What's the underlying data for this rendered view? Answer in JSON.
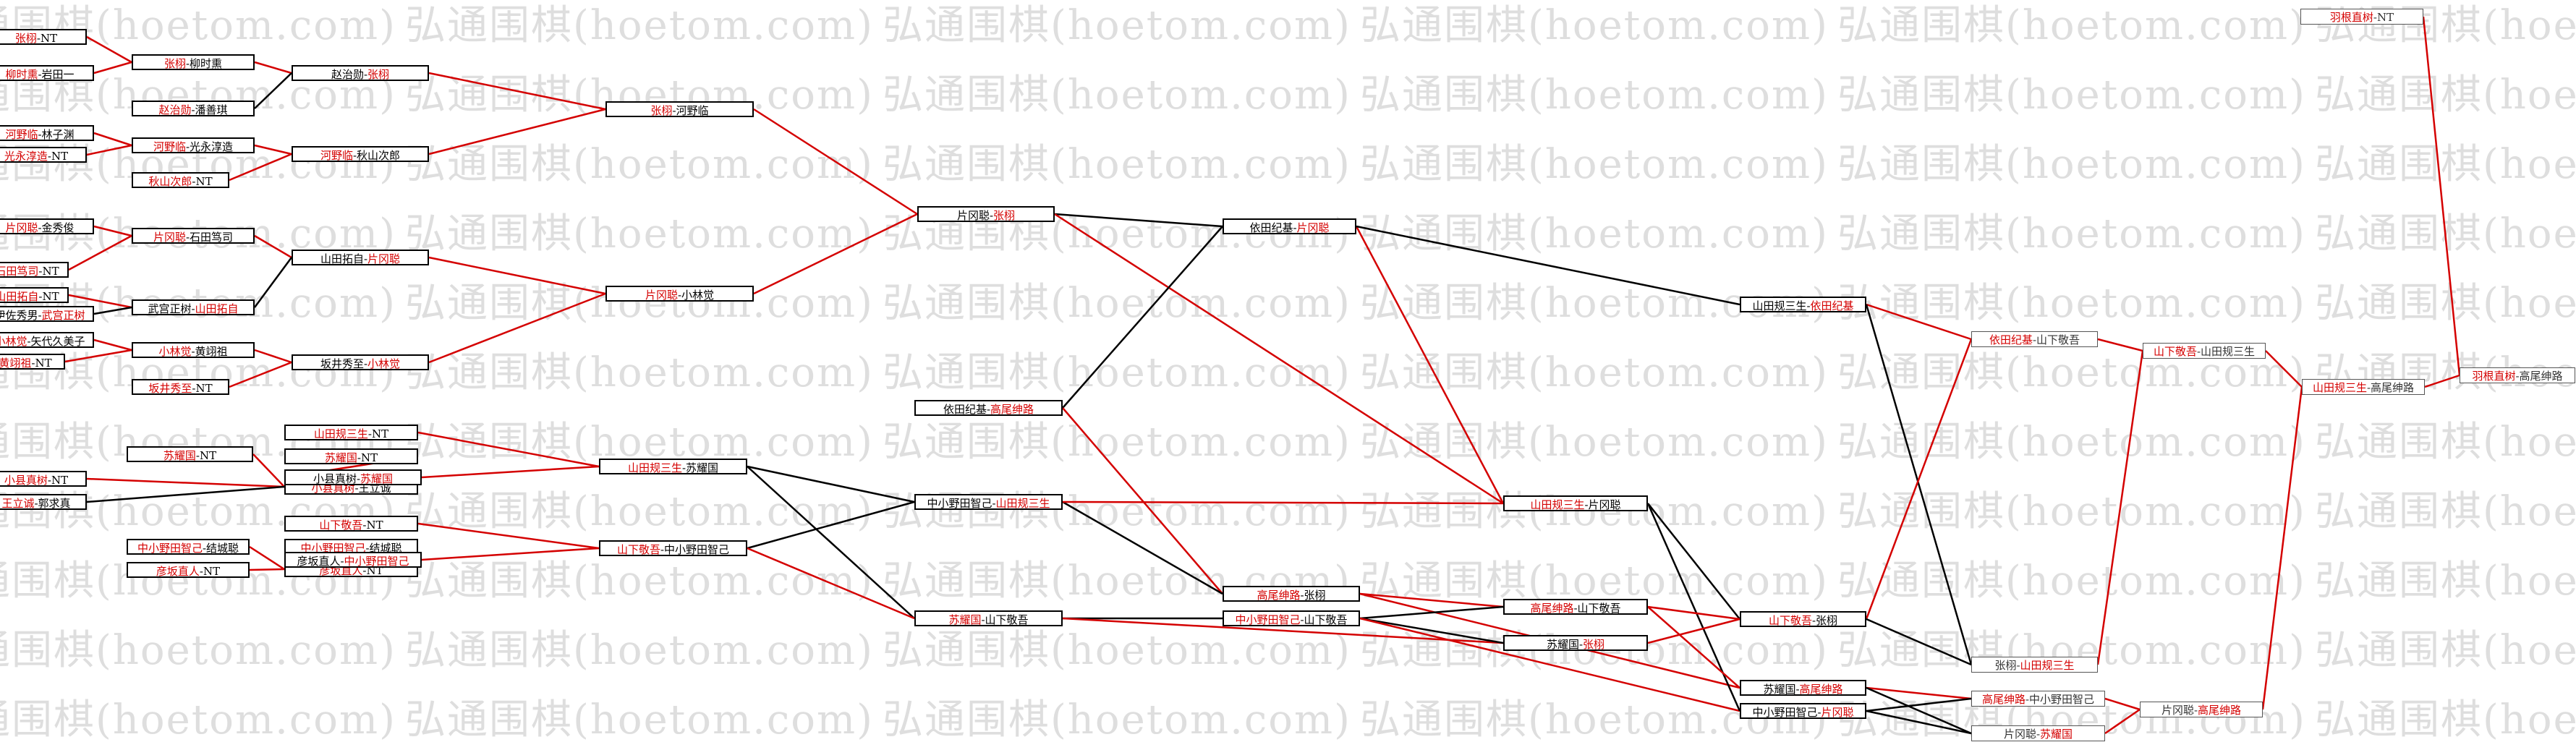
{
  "watermark": "弘通围棋(hoetom.com)",
  "colors": {
    "win": "#d40000",
    "loss": "#000000",
    "background": "#ffffff"
  },
  "nodes": [
    {
      "id": "r1a",
      "a": "张栩",
      "b": "NT",
      "w": "a"
    },
    {
      "id": "r1b",
      "a": "柳时熏",
      "b": "岩田一",
      "w": "a"
    },
    {
      "id": "r1c",
      "a": "河野临",
      "b": "林子渊",
      "w": "a"
    },
    {
      "id": "r1d",
      "a": "光永淳造",
      "b": "NT",
      "w": "a"
    },
    {
      "id": "r1e",
      "a": "片冈聪",
      "b": "金秀俊",
      "w": "a"
    },
    {
      "id": "r1f",
      "a": "石田笃司",
      "b": "NT",
      "w": "a"
    },
    {
      "id": "r1g",
      "a": "山田拓自",
      "b": "NT",
      "w": "a"
    },
    {
      "id": "r1h",
      "a": "伊佐秀男",
      "b": "武宫正树",
      "w": "b"
    },
    {
      "id": "r1i",
      "a": "小林觉",
      "b": "矢代久美子",
      "w": "a"
    },
    {
      "id": "r1j",
      "a": "黄翊祖",
      "b": "NT",
      "w": "a"
    },
    {
      "id": "r1k",
      "a": "苏耀国",
      "b": "NT",
      "w": "a"
    },
    {
      "id": "r1l",
      "a": "小县真树",
      "b": "NT",
      "w": "a"
    },
    {
      "id": "r1m",
      "a": "王立诚",
      "b": "郭求真",
      "w": "a"
    },
    {
      "id": "r1n",
      "a": "中小野田智己",
      "b": "结城聪",
      "w": "a"
    },
    {
      "id": "r1o",
      "a": "彦坂直人",
      "b": "NT",
      "w": "a"
    },
    {
      "id": "r2a",
      "a": "张栩",
      "b": "柳时熏",
      "w": "a"
    },
    {
      "id": "r2b",
      "a": "赵治勋",
      "b": "潘善琪",
      "w": "a"
    },
    {
      "id": "r2c",
      "a": "河野临",
      "b": "光永淳造",
      "w": "a"
    },
    {
      "id": "r2d",
      "a": "秋山次郎",
      "b": "NT",
      "w": "a"
    },
    {
      "id": "r2e",
      "a": "片冈聪",
      "b": "石田笃司",
      "w": "a"
    },
    {
      "id": "r2f",
      "a": "武宫正树",
      "b": "山田拓自",
      "w": "b"
    },
    {
      "id": "r2g",
      "a": "小林觉",
      "b": "黄翊祖",
      "w": "a"
    },
    {
      "id": "r2h",
      "a": "坂井秀至",
      "b": "NT",
      "w": "a"
    },
    {
      "id": "r2i",
      "a": "山田规三生",
      "b": "NT",
      "w": "a"
    },
    {
      "id": "r2j",
      "a": "苏耀国",
      "b": "NT",
      "w": "a"
    },
    {
      "id": "r2k",
      "a": "小县真树",
      "b": "王立诚",
      "w": "a"
    },
    {
      "id": "r2l",
      "a": "山下敬吾",
      "b": "NT",
      "w": "a"
    },
    {
      "id": "r2m",
      "a": "中小野田智己",
      "b": "结城聪",
      "w": "a"
    },
    {
      "id": "r2n",
      "a": "彦坂直人",
      "b": "NT",
      "w": "a"
    },
    {
      "id": "r3a",
      "a": "赵治勋",
      "b": "张栩",
      "w": "b"
    },
    {
      "id": "r3b",
      "a": "河野临",
      "b": "秋山次郎",
      "w": "a"
    },
    {
      "id": "r3c",
      "a": "山田拓自",
      "b": "片冈聪",
      "w": "b"
    },
    {
      "id": "r3d",
      "a": "坂井秀至",
      "b": "小林觉",
      "w": "b"
    },
    {
      "id": "r3e",
      "a": "小县真树",
      "b": "苏耀国",
      "w": "b"
    },
    {
      "id": "r3f",
      "a": "彦坂直人",
      "b": "中小野田智己",
      "w": "b"
    },
    {
      "id": "r4a",
      "a": "张栩",
      "b": "河野临",
      "w": "a"
    },
    {
      "id": "r4b",
      "a": "片冈聪",
      "b": "小林觉",
      "w": "a"
    },
    {
      "id": "r4c",
      "a": "山田规三生",
      "b": "苏耀国",
      "w": "a"
    },
    {
      "id": "r4d",
      "a": "山下敬吾",
      "b": "中小野田智己",
      "w": "a"
    },
    {
      "id": "r5a",
      "a": "片冈聪",
      "b": "张栩",
      "w": "b"
    },
    {
      "id": "r5b",
      "a": "依田纪基",
      "b": "高尾绅路",
      "w": "b"
    },
    {
      "id": "r5c",
      "a": "中小野田智己",
      "b": "山田规三生",
      "w": "b"
    },
    {
      "id": "r5d",
      "a": "苏耀国",
      "b": "山下敬吾",
      "w": "a"
    },
    {
      "id": "r6a",
      "a": "依田纪基",
      "b": "片冈聪",
      "w": "b"
    },
    {
      "id": "r6b",
      "a": "高尾绅路",
      "b": "张栩",
      "w": "a"
    },
    {
      "id": "r6c",
      "a": "中小野田智己",
      "b": "山下敬吾",
      "w": "a"
    },
    {
      "id": "r7a",
      "a": "山田规三生",
      "b": "片冈聪",
      "w": "a"
    },
    {
      "id": "r7b",
      "a": "高尾绅路",
      "b": "山下敬吾",
      "w": "a"
    },
    {
      "id": "r7c",
      "a": "苏耀国",
      "b": "张栩",
      "w": "b"
    },
    {
      "id": "r8a",
      "a": "山田规三生",
      "b": "依田纪基",
      "w": "b"
    },
    {
      "id": "r8b",
      "a": "山下敬吾",
      "b": "张栩",
      "w": "a"
    },
    {
      "id": "r8c",
      "a": "苏耀国",
      "b": "高尾绅路",
      "w": "b"
    },
    {
      "id": "r8d",
      "a": "中小野田智己",
      "b": "片冈聪",
      "w": "b"
    },
    {
      "id": "r9a",
      "a": "依田纪基",
      "b": "山下敬吾",
      "w": "a",
      "gray": true
    },
    {
      "id": "r9b",
      "a": "张栩",
      "b": "山田规三生",
      "w": "b",
      "gray": true
    },
    {
      "id": "r9c",
      "a": "高尾绅路",
      "b": "中小野田智己",
      "w": "a",
      "gray": true
    },
    {
      "id": "r9d",
      "a": "片冈聪",
      "b": "苏耀国",
      "w": "b",
      "gray": true
    },
    {
      "id": "r10a",
      "a": "山下敬吾",
      "b": "山田规三生",
      "w": "a",
      "gray": true
    },
    {
      "id": "r10b",
      "a": "片冈聪",
      "b": "高尾绅路",
      "w": "b",
      "gray": true
    },
    {
      "id": "r11",
      "a": "山田规三生",
      "b": "高尾绅路",
      "w": "a",
      "gray": true
    },
    {
      "id": "top",
      "a": "羽根直树",
      "b": "NT",
      "w": "a",
      "gray": true
    },
    {
      "id": "final",
      "a": "羽根直树",
      "b": "高尾绅路",
      "w": "a",
      "gray": true
    }
  ],
  "links": [
    [
      "r1a",
      "r2a",
      "w"
    ],
    [
      "r1b",
      "r2a",
      "w"
    ],
    [
      "r1c",
      "r2c",
      "w"
    ],
    [
      "r1d",
      "r2c",
      "w"
    ],
    [
      "r1e",
      "r2e",
      "w"
    ],
    [
      "r1f",
      "r2e",
      "w"
    ],
    [
      "r1g",
      "r2f",
      "w"
    ],
    [
      "r1h",
      "r2f",
      "l"
    ],
    [
      "r1i",
      "r2g",
      "w"
    ],
    [
      "r1j",
      "r2g",
      "w"
    ],
    [
      "r1k",
      "r2k",
      "w"
    ],
    [
      "r1l",
      "r2k",
      "w"
    ],
    [
      "r1m",
      "r2k",
      "l"
    ],
    [
      "r1n",
      "r2n",
      "w"
    ],
    [
      "r1o",
      "r2n",
      "w"
    ],
    [
      "r2a",
      "r3a",
      "w"
    ],
    [
      "r2b",
      "r3a",
      "l"
    ],
    [
      "r2c",
      "r3b",
      "w"
    ],
    [
      "r2d",
      "r3b",
      "w"
    ],
    [
      "r2e",
      "r3c",
      "w"
    ],
    [
      "r2f",
      "r3c",
      "l"
    ],
    [
      "r2g",
      "r3d",
      "w"
    ],
    [
      "r2h",
      "r3d",
      "w"
    ],
    [
      "r2i",
      "r4c",
      "w"
    ],
    [
      "r2j",
      "r3e",
      "w"
    ],
    [
      "r2k",
      "r3e",
      "l"
    ],
    [
      "r2l",
      "r4d",
      "w"
    ],
    [
      "r2m",
      "r3f",
      "w"
    ],
    [
      "r2n",
      "r3f",
      "w"
    ],
    [
      "r3a",
      "r4a",
      "w"
    ],
    [
      "r3b",
      "r4a",
      "w"
    ],
    [
      "r3c",
      "r4b",
      "w"
    ],
    [
      "r3d",
      "r4b",
      "w"
    ],
    [
      "r3e",
      "r4c",
      "w"
    ],
    [
      "r3f",
      "r4d",
      "w"
    ],
    [
      "r4a",
      "r5a",
      "w"
    ],
    [
      "r4b",
      "r5a",
      "w"
    ],
    [
      "r4c",
      "r5c",
      "l"
    ],
    [
      "r4c",
      "r5d",
      "l"
    ],
    [
      "r4d",
      "r5c",
      "l"
    ],
    [
      "r4d",
      "r5d",
      "w"
    ],
    [
      "r5a",
      "r6a",
      "l"
    ],
    [
      "r5a",
      "r7a",
      "w"
    ],
    [
      "r5b",
      "r6a",
      "l"
    ],
    [
      "r5b",
      "r6b",
      "w"
    ],
    [
      "r5c",
      "r6b",
      "l"
    ],
    [
      "r5c",
      "r7a",
      "w"
    ],
    [
      "r5d",
      "r6c",
      "l"
    ],
    [
      "r5d",
      "r7c",
      "w"
    ],
    [
      "r6a",
      "r7a",
      "w"
    ],
    [
      "r6a",
      "r8a",
      "l"
    ],
    [
      "r6b",
      "r7b",
      "w"
    ],
    [
      "r6b",
      "r8c",
      "w"
    ],
    [
      "r6c",
      "r7b",
      "l"
    ],
    [
      "r6c",
      "r7c",
      "l"
    ],
    [
      "r6c",
      "r8d",
      "w"
    ],
    [
      "r7a",
      "r8b",
      "l"
    ],
    [
      "r7a",
      "r8d",
      "l"
    ],
    [
      "r7b",
      "r8b",
      "w"
    ],
    [
      "r7b",
      "r8c",
      "w"
    ],
    [
      "r7c",
      "r8b",
      "w"
    ],
    [
      "r8a",
      "r9a",
      "w"
    ],
    [
      "r8a",
      "r9b",
      "l"
    ],
    [
      "r8b",
      "r9a",
      "w"
    ],
    [
      "r8b",
      "r9b",
      "l"
    ],
    [
      "r8c",
      "r9c",
      "w"
    ],
    [
      "r8c",
      "r9d",
      "l"
    ],
    [
      "r8d",
      "r9c",
      "l"
    ],
    [
      "r8d",
      "r9d",
      "l"
    ],
    [
      "r9a",
      "r10a",
      "w"
    ],
    [
      "r9b",
      "r10a",
      "w"
    ],
    [
      "r9c",
      "r10b",
      "w"
    ],
    [
      "r9d",
      "r10b",
      "w"
    ],
    [
      "r10a",
      "r11",
      "w"
    ],
    [
      "r10b",
      "r11",
      "w"
    ],
    [
      "r11",
      "final",
      "w"
    ],
    [
      "top",
      "final",
      "w"
    ]
  ]
}
